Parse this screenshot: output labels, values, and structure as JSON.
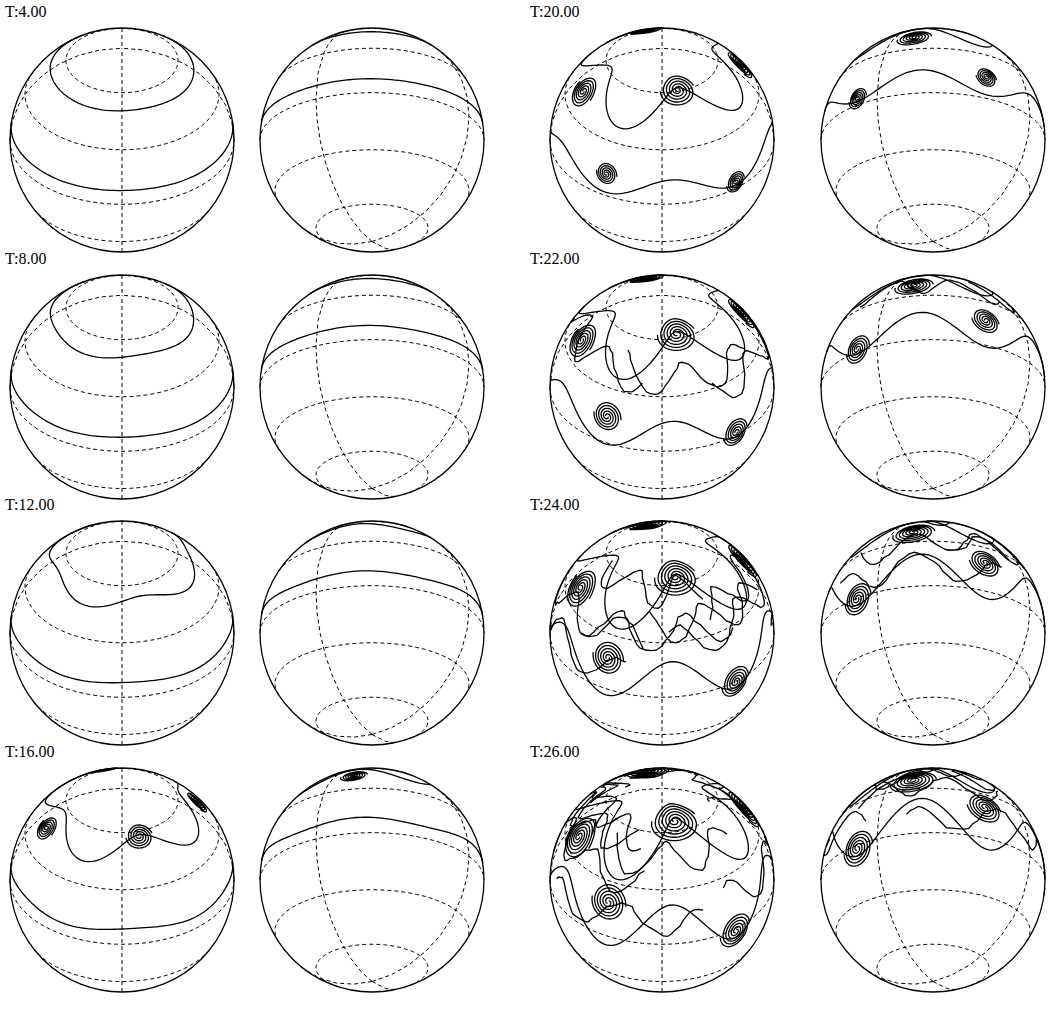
{
  "diagram": {
    "labels": [
      "T:4.00",
      "T:8.00",
      "T:12.00",
      "T:16.00",
      "T:20.00",
      "T:22.00",
      "T:24.00",
      "T:26.00"
    ]
  }
}
